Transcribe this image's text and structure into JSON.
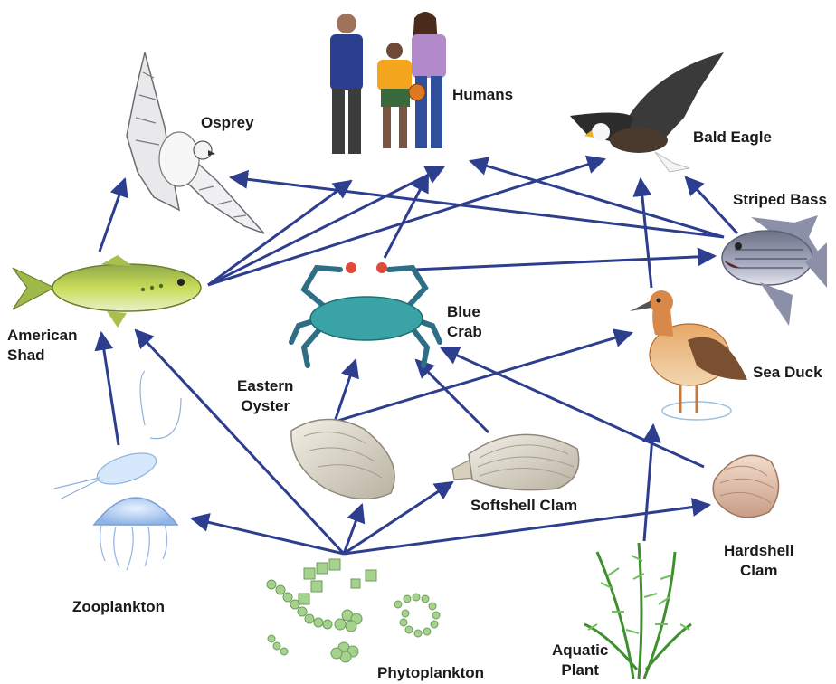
{
  "labels": {
    "humans": "Humans",
    "osprey": "Osprey",
    "bald_eagle": "Bald Eagle",
    "striped_bass": "Striped Bass",
    "american_shad": [
      "American",
      "Shad"
    ],
    "blue_crab": [
      "Blue",
      "Crab"
    ],
    "eastern_oyster": [
      "Eastern",
      "Oyster"
    ],
    "sea_duck": "Sea Duck",
    "softshell_clam": "Softshell Clam",
    "hardshell_clam": [
      "Hardshell",
      "Clam"
    ],
    "zooplankton": "Zooplankton",
    "phytoplankton": "Phytoplankton",
    "aquatic_plant": [
      "Aquatic",
      "Plant"
    ]
  },
  "colors": {
    "arrow": "#2e3e8f",
    "fish_body": "#b8d44a",
    "crab": "#3aa3a6",
    "shell": "#d9d3c4",
    "duck": "#d9955a",
    "eagle_dark": "#3a3a3a",
    "plankton": "#9cc98a",
    "jelly": "#a9c8ee",
    "plant": "#5fb84a"
  }
}
